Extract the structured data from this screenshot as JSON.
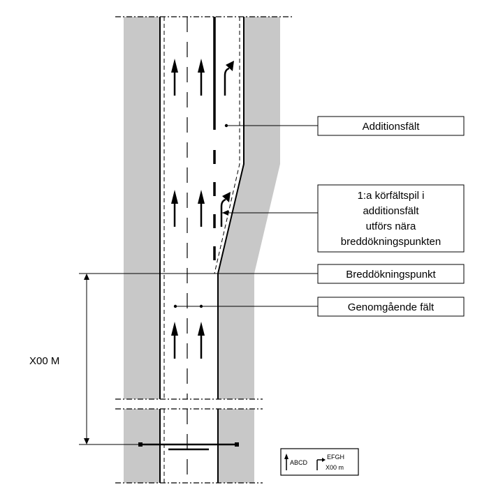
{
  "labels": {
    "additionsfalt": "Additionsfält",
    "note_line1": "1:a körfältspil i",
    "note_line2": "additionsfält",
    "note_line3": "utförs nära",
    "note_line4": "breddökningspunkten",
    "breddokningspunkt": "Breddökningspunkt",
    "genomgaende": "Genomgående fält",
    "distance": "X00 M"
  },
  "sign": {
    "straight_text": "ABCD",
    "exit_text": "EFGH",
    "exit_distance": "X00 m"
  },
  "colors": {
    "shoulder": "#c8c8c8",
    "line": "#000000",
    "background": "#ffffff"
  }
}
